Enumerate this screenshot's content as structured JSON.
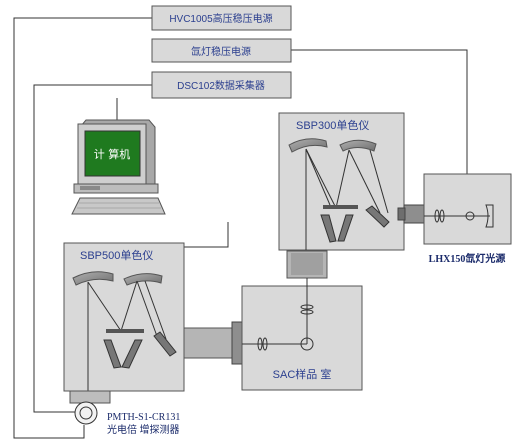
{
  "boxes": {
    "hv_supply": "HVC1005高压稳压电源",
    "lamp_supply": "氙灯稳压电源",
    "daq": "DSC102数据采集器"
  },
  "computer": {
    "screen_text": "计 算机"
  },
  "sbp300": {
    "label": "SBP300单色仪"
  },
  "sbp500": {
    "label": "SBP500单色仪"
  },
  "light_source": {
    "label": "LHX150氙灯光源"
  },
  "sample_room": {
    "label": "SAC样品 室"
  },
  "detector": {
    "line1": "PMTH-S1-CR131",
    "line2": "光电倍 增探测器"
  },
  "colors": {
    "box_fill": "#d9d9d9",
    "box_stroke": "#555555",
    "label_text": "#2b3f8f",
    "computer_screen": "#1f7a1f"
  }
}
